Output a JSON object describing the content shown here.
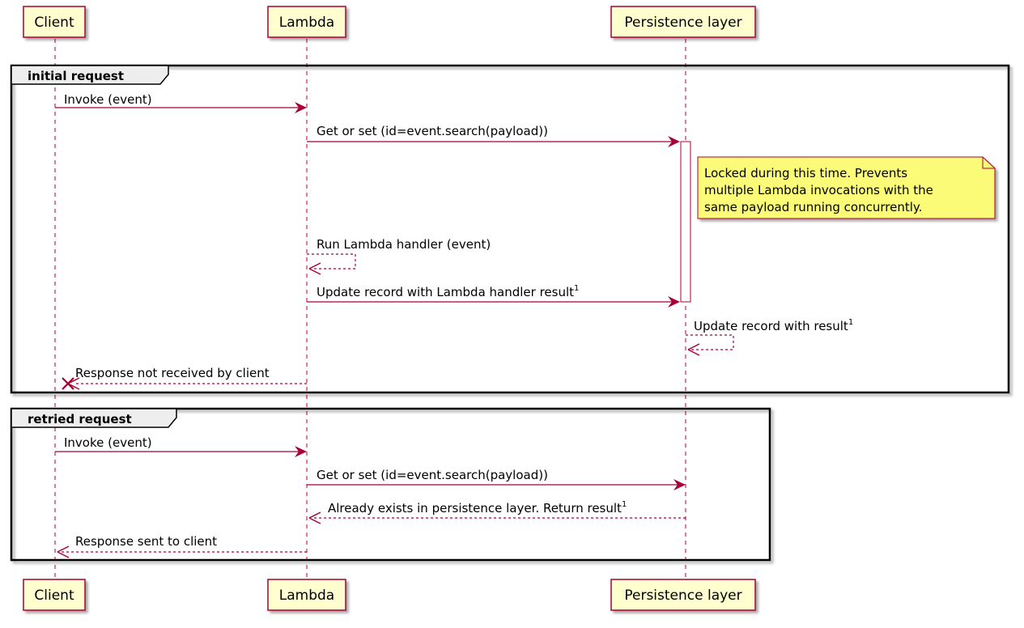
{
  "colors": {
    "participant_fill": "#FEFECE",
    "border": "#A80036",
    "arrow": "#A80036",
    "note_fill": "#FBFB77",
    "frame_border": "#000000",
    "frame_label_fill": "#EEEEEE"
  },
  "participants": [
    {
      "id": "client",
      "label": "Client"
    },
    {
      "id": "lambda",
      "label": "Lambda"
    },
    {
      "id": "persistence",
      "label": "Persistence layer"
    }
  ],
  "groups": [
    {
      "label": "initial request"
    },
    {
      "label": "retried request"
    }
  ],
  "messages": [
    {
      "text": "Invoke (event)",
      "from": "client",
      "to": "lambda",
      "style": "solid"
    },
    {
      "text": "Get or set (id=event.search(payload))",
      "from": "lambda",
      "to": "persistence",
      "style": "solid"
    },
    {
      "text": "Run Lambda handler (event)",
      "from": "lambda",
      "to": "lambda",
      "style": "dashed"
    },
    {
      "text": "Update record with Lambda handler result",
      "superscript": "1",
      "from": "lambda",
      "to": "persistence",
      "style": "solid"
    },
    {
      "text": "Update record with result",
      "superscript": "1",
      "from": "persistence",
      "to": "persistence",
      "style": "dashed"
    },
    {
      "text": "Response not received by client",
      "from": "lambda",
      "to": "client",
      "style": "dashed",
      "lost": true
    },
    {
      "text": "Invoke (event)",
      "from": "client",
      "to": "lambda",
      "style": "solid"
    },
    {
      "text": "Get or set (id=event.search(payload))",
      "from": "lambda",
      "to": "persistence",
      "style": "solid"
    },
    {
      "text": "Already exists in persistence layer. Return result",
      "superscript": "1",
      "from": "persistence",
      "to": "lambda",
      "style": "dashed"
    },
    {
      "text": "Response sent to client",
      "from": "lambda",
      "to": "client",
      "style": "dashed"
    }
  ],
  "note": {
    "lines": [
      "Locked during this time. Prevents",
      "multiple Lambda invocations with the",
      "same payload running concurrently."
    ]
  }
}
